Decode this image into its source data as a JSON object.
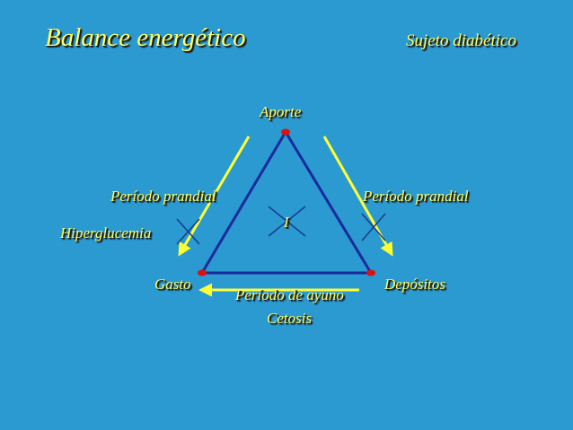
{
  "title": "Balance energético",
  "subtitle": "Sujeto diabético",
  "nodes": {
    "top": "Aporte",
    "left": "Gasto",
    "right": "Depósitos"
  },
  "edges": {
    "left": "Período prandial",
    "right": "Período prandial",
    "bottom": "Período de ayuno"
  },
  "annotations": {
    "left": "Hiperglucemia",
    "bottom": "Cetosis",
    "center": "I"
  },
  "colors": {
    "background": "#2a9ad0",
    "text": "#ffff66",
    "triangle": "#1a2a9c",
    "arrows": "#ffff33",
    "vertices": "#e01010",
    "cross": "#1a3a8c"
  }
}
